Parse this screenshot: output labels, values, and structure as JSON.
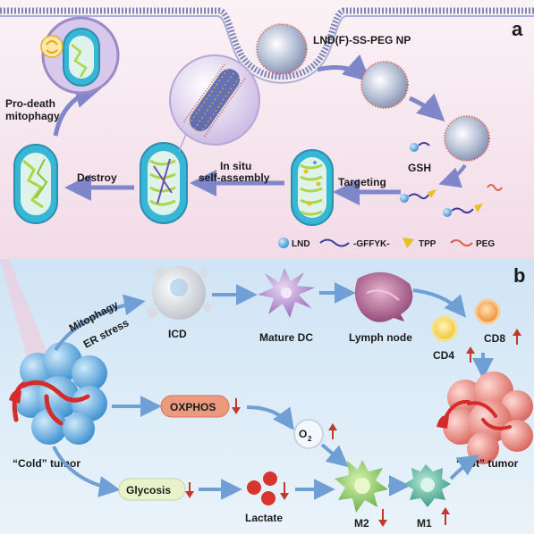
{
  "panel_a": {
    "letter": "a",
    "np_label": "LND(F)-SS-PEG NP",
    "gsh_label": "GSH",
    "targeting_label": "Targeting",
    "self_assembly_label_1": "In situ",
    "self_assembly_label_2": "self-assembly",
    "destroy_label": "Destroy",
    "pro_death_label_1": "Pro-death",
    "pro_death_label_2": "mitophagy",
    "legend": [
      {
        "label": "LND",
        "color": "#4aa3d8"
      },
      {
        "label": "-GFFYK-",
        "color": "#3a3a9c"
      },
      {
        "label": "TPP",
        "color": "#e8c21a"
      },
      {
        "label": "PEG",
        "color": "#d9604e"
      }
    ]
  },
  "panel_b": {
    "letter": "b",
    "mitophagy_label": "Mitophagy",
    "er_stress_label": "ER stress",
    "icd_label": "ICD",
    "mature_dc_label": "Mature DC",
    "lymph_node_label": "Lymph node",
    "cd4_label": "CD4",
    "cd8_label": "CD8",
    "oxphos_label": "OXPHOS",
    "o2_label": "O",
    "o2_subscript": "2",
    "glycosis_label": "Glycosis",
    "lactate_label": "Lactate",
    "m2_label": "M2",
    "m1_label": "M1",
    "cold_tumor_label": "“Cold” tumor",
    "hot_tumor_label": "“Hot” tumor"
  },
  "colors": {
    "panel_a_bg": "#f7e6ef",
    "panel_b_bg": "#dcecf8",
    "arrow": "#7f86c9",
    "up_down_arrow": "#c0392b",
    "mito_outer": "#38b6d6",
    "mito_inner": "#a9d64a"
  }
}
